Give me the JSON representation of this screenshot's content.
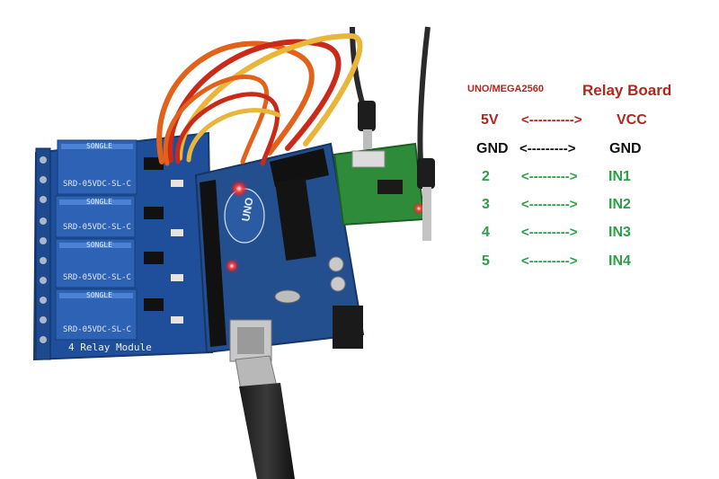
{
  "colors": {
    "red": "#b3261e",
    "black": "#111111",
    "green": "#2e9e48",
    "relay_board": "#1f4f9a",
    "relay_box": "#2d62b4",
    "arduino_board": "#244f8f",
    "mp3_module": "#2e8b3a"
  },
  "wiring": {
    "header": {
      "left": "UNO/MEGA2560",
      "right": "Relay Board"
    },
    "rows": [
      {
        "left": "5V",
        "arrow": "<---------->",
        "right": "VCC"
      },
      {
        "left": "GND",
        "arrow": "<--------->",
        "right": "GND"
      },
      {
        "left": "2",
        "arrow": "<--------->",
        "right": "IN1"
      },
      {
        "left": "3",
        "arrow": "<--------->",
        "right": "IN2"
      },
      {
        "left": "4",
        "arrow": "<--------->",
        "right": "IN3"
      },
      {
        "left": "5",
        "arrow": "<--------->",
        "right": "IN4"
      }
    ]
  },
  "photo": {
    "relay_module_label": "4 Relay Module",
    "relay_part_number": "SRD-05VDC-SL-C",
    "relay_brand": "SONGLE",
    "arduino_logo": "UNO"
  }
}
